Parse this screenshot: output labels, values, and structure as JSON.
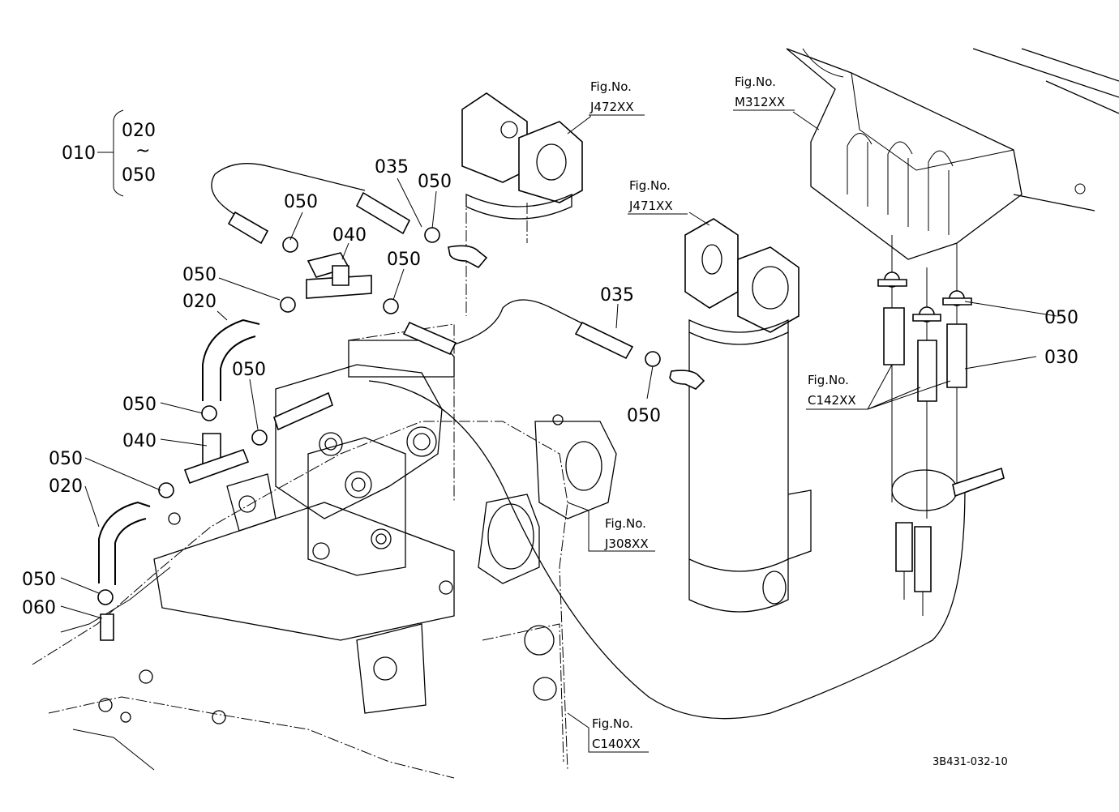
{
  "group_label": {
    "main": "010",
    "from": "020",
    "tilde": "~",
    "to": "050"
  },
  "callouts": {
    "c050_a": "050",
    "c035_a": "035",
    "c050_b": "050",
    "c040_a": "040",
    "c050_c": "050",
    "c050_d": "050",
    "c020_a": "020",
    "c035_b": "035",
    "c050_e": "050",
    "c050_f": "050",
    "c050_g": "050",
    "c040_b": "040",
    "c050_h": "050",
    "c020_b": "020",
    "c050_i": "050",
    "c060": "060",
    "c050_j": "050",
    "c030": "030"
  },
  "figure_refs": [
    {
      "line1": "Fig.No.",
      "line2": "J472XX"
    },
    {
      "line1": "Fig.No.",
      "line2": "J471XX"
    },
    {
      "line1": "Fig.No.",
      "line2": "M312XX"
    },
    {
      "line1": "Fig.No.",
      "line2": "C142XX"
    },
    {
      "line1": "Fig.No.",
      "line2": "J308XX"
    },
    {
      "line1": "Fig.No.",
      "line2": "C140XX"
    }
  ],
  "drawing_code": "3B431-032-10"
}
